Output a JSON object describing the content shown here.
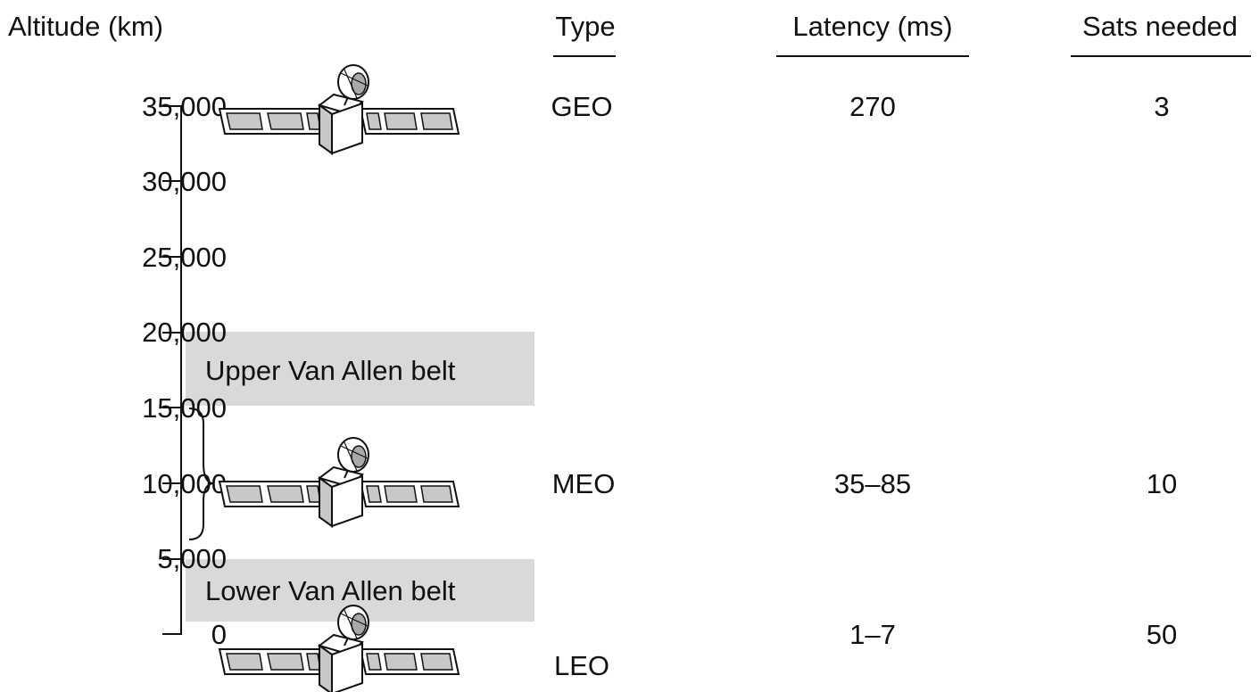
{
  "headers": {
    "altitude": "Altitude (km)",
    "type": "Type",
    "latency": "Latency (ms)",
    "sats": "Sats needed"
  },
  "axis_ticks": [
    "35,000",
    "30,000",
    "25,000",
    "20,000",
    "15,000",
    "10,000",
    "5,000",
    "0"
  ],
  "belts": {
    "upper": "Upper Van Allen belt",
    "lower": "Lower Van Allen belt"
  },
  "rows": [
    {
      "type": "GEO",
      "latency": "270",
      "sats": "3"
    },
    {
      "type": "MEO",
      "latency": "35–85",
      "sats": "10"
    },
    {
      "type": "LEO",
      "latency": "1–7",
      "sats": "50"
    }
  ],
  "colors": {
    "belt_fill": "#d9d9d9",
    "panel_fill": "#c8c8c8",
    "line": "#111111"
  },
  "icons": [
    "satellite-icon"
  ]
}
